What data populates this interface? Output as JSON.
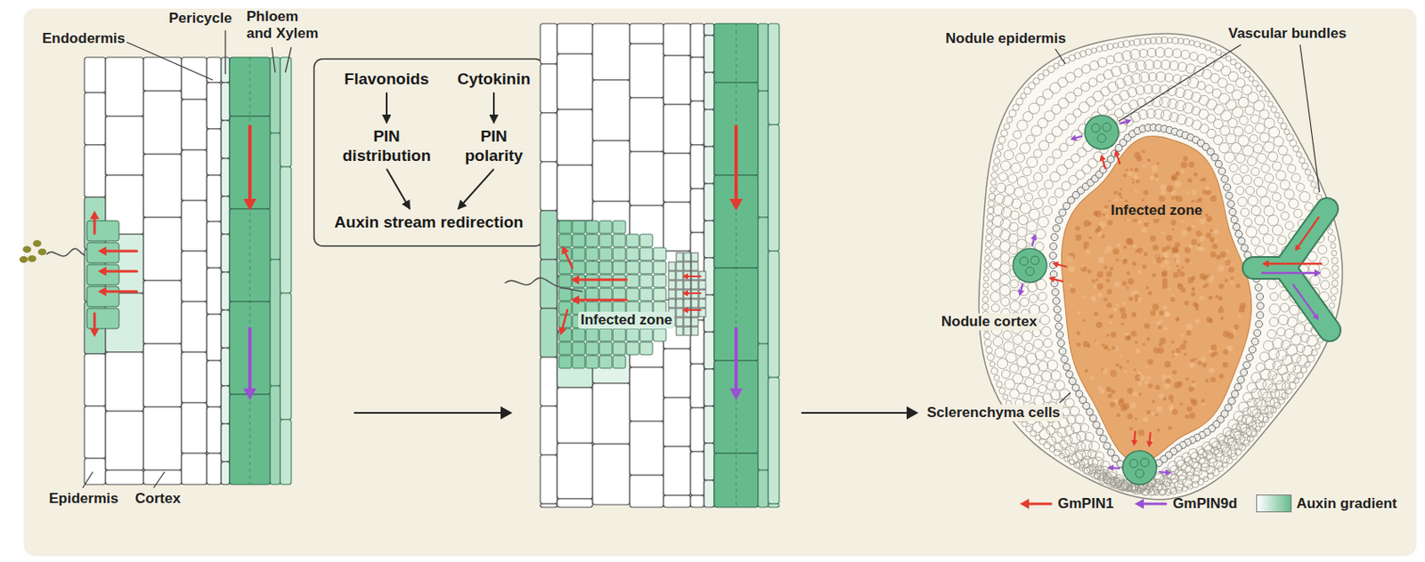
{
  "diagram": {
    "nodes": [
      {
        "text": [
          "Flavonoids"
        ]
      },
      {
        "text": [
          "Cytokinin"
        ]
      },
      {
        "text": [
          "PIN distribution"
        ]
      },
      {
        "text": [
          "PIN polarity"
        ]
      },
      {
        "text": [
          "Auxin stream redirection"
        ]
      }
    ],
    "edges": [
      {
        "from": 0,
        "to": 2,
        "arrow": "to"
      },
      {
        "from": 1,
        "to": 3,
        "arrow": "to"
      },
      {
        "from": 2,
        "to": 4,
        "arrow": "to"
      },
      {
        "from": 3,
        "to": 4,
        "arrow": "to"
      }
    ],
    "labels": [
      "Endodermis",
      "Pericycle",
      "Phloem and Xylem",
      "Epidermis",
      "Cortex",
      "Infected zone",
      "Nodule epidermis",
      "Vascular bundles",
      "Infected zone",
      "Nodule cortex",
      "Sclerenchyma cells"
    ],
    "legend": [
      {
        "text": "GmPIN1"
      },
      {
        "text": "GmPIN9d"
      },
      {
        "text": "Auxin gradient",
        "color": "#66bb8d"
      }
    ]
  }
}
